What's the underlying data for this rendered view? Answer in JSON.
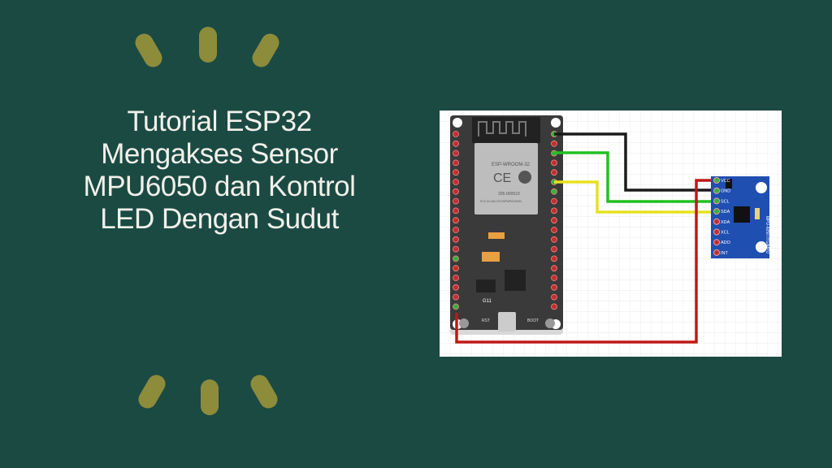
{
  "title_lines": [
    "Tutorial ESP32",
    "Mengakses Sensor",
    "MPU6050 dan Kontrol",
    "LED Dengan Sudut"
  ],
  "colors": {
    "background": "#1b4a43",
    "accent": "#8d8c3b",
    "text": "#f1f1ea"
  },
  "diagram": {
    "esp32": {
      "module": "ESP-WROOM-32",
      "cert": "205-000519",
      "fcc": "FCC ID:2AC7Z-ESPWROOM32",
      "rst": "RST",
      "boot": "BOOT",
      "gpio": "G11"
    },
    "mpu": {
      "label": "MPU-6050 ITG/MPU",
      "pins": [
        "VCC",
        "GND",
        "SCL",
        "SDA",
        "XDA",
        "XCL",
        "ADO",
        "INT"
      ]
    },
    "wire_colors": {
      "gnd": "#1a1a1a",
      "scl": "#22c022",
      "sda": "#e8e020",
      "vcc": "#c01818"
    }
  }
}
